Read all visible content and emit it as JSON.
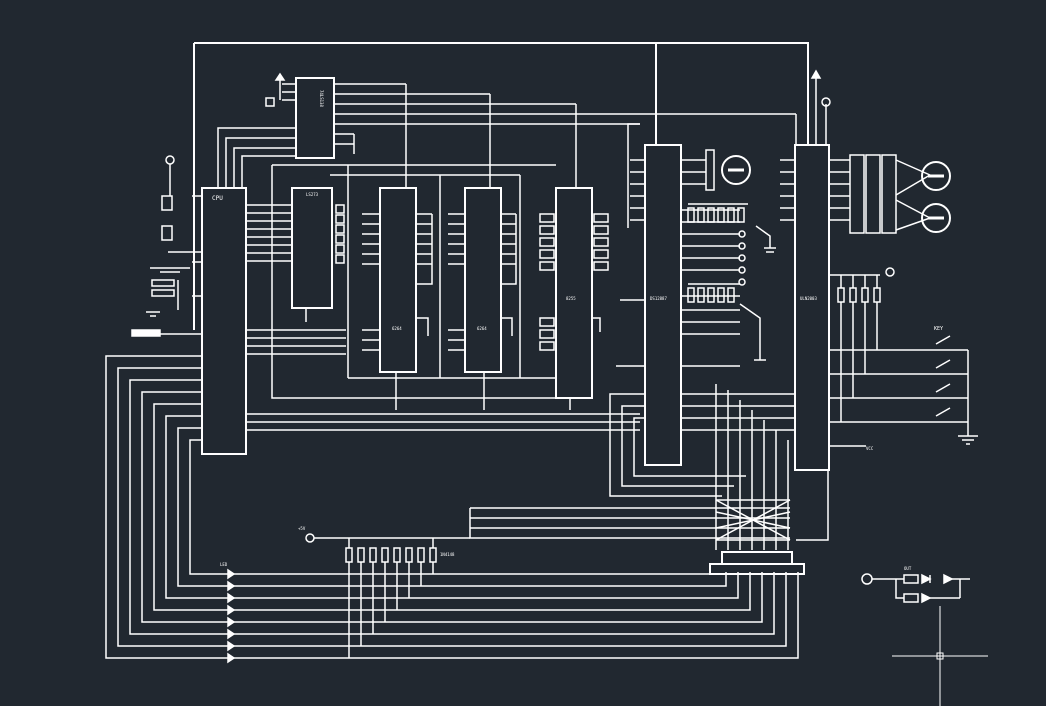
{
  "viewport": {
    "background": "#212830",
    "line_color": "#ffffff"
  },
  "components": {
    "cpu": {
      "label": "CPU"
    },
    "ic_top_small": {
      "label": "74LS138"
    },
    "ic_decoder": {
      "label": "LS273"
    },
    "ic_ram1": {
      "label": "6264"
    },
    "ic_ram2": {
      "label": "6264"
    },
    "ic_ctrl": {
      "label": "8255"
    },
    "ic_rtc": {
      "label": "DS12887"
    },
    "ic_driver": {
      "label": "ULN2003"
    },
    "power_in": {
      "label": "+5V"
    },
    "keypad_label": {
      "label": "KEY"
    },
    "diode_bank": {
      "label": "1N4148"
    },
    "led_bank": {
      "label": "LED"
    },
    "out_label": {
      "label": "OUT"
    },
    "power_out": {
      "label": "VCC"
    }
  },
  "icons": {
    "crosshair": "ucs-crosshair-icon",
    "ground": "ground-icon",
    "motor": "motor-icon"
  }
}
